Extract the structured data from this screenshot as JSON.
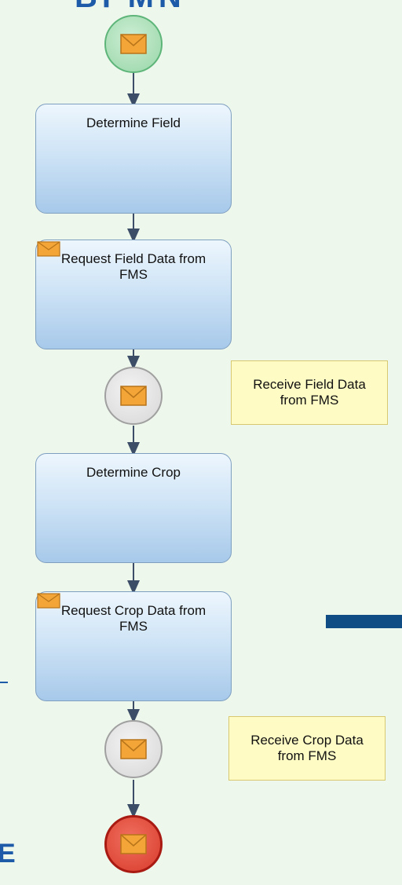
{
  "header": {
    "fragment": "BPMN"
  },
  "tasks": [
    {
      "label": "Determine Field",
      "message": false
    },
    {
      "label": "Request Field Data from FMS",
      "message": true
    },
    {
      "label": "Determine Crop",
      "message": false
    },
    {
      "label": "Request Crop Data from FMS",
      "message": true
    }
  ],
  "events": [
    {
      "type": "start"
    },
    {
      "type": "intermediate"
    },
    {
      "type": "intermediate"
    },
    {
      "type": "end"
    }
  ],
  "notes": [
    {
      "label": "Receive Field Data from FMS"
    },
    {
      "label": "Receive Crop Data from FMS"
    }
  ],
  "edge_fragment": "E",
  "colors": {
    "task_border": "#7f9fc0",
    "flow": "#3c4d68",
    "start_event": "#97d6a6",
    "end_event": "#d83a2a",
    "note_fill": "#fffbc4",
    "envelope": "#f3a637",
    "accent_bar": "#114d85"
  }
}
